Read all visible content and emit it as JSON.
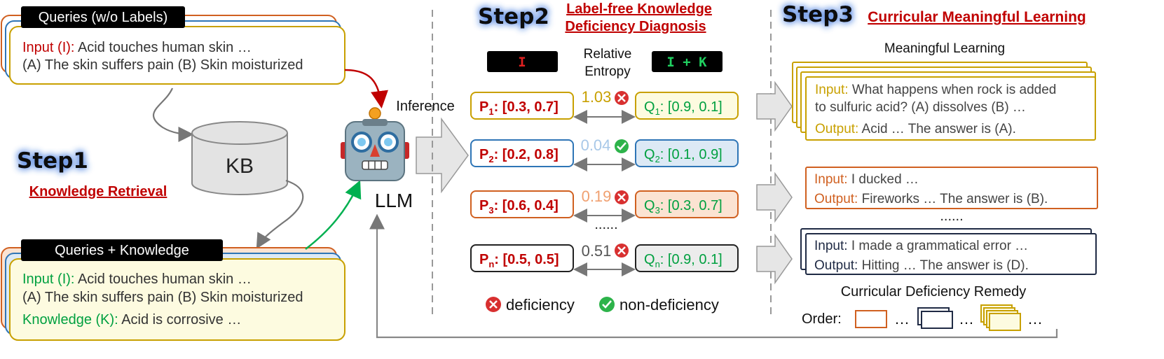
{
  "step1": {
    "queries_header": "Queries (w/o Labels)",
    "queries_input_label": "Input (I):",
    "queries_input_text": " Acid touches human skin …",
    "queries_options": "(A) The skin suffers pain (B) Skin moisturized",
    "kb_label": "KB",
    "step_title": "Step1",
    "step_subtitle": "Knowledge Retrieval",
    "qk_header": "Queries + Knowledge",
    "qk_input_label": "Input (I):",
    "qk_input_text": " Acid touches human skin …",
    "qk_options": "(A) The skin suffers pain (B) Skin moisturized",
    "qk_knowledge_label": "Knowledge (K):",
    "qk_knowledge_text": " Acid is corrosive …"
  },
  "llm": {
    "label": "LLM",
    "inference_label": "Inference"
  },
  "step2": {
    "step_title": "Step2",
    "subtitle_line1": "Label-free Knowledge",
    "subtitle_line2": "Deficiency Diagnosis",
    "header_i": "I",
    "header_relative_line1": "Relative",
    "header_relative_line2": "Entropy",
    "header_ik": "I + K",
    "rows": [
      {
        "p_sym": "P",
        "p_sub": "1",
        "p_val": ": [0.3, 0.7]",
        "q_sym": "Q",
        "q_sub": "1",
        "q_val": ": [0.9, 0.1]",
        "entropy": "1.03",
        "status": "deficiency"
      },
      {
        "p_sym": "P",
        "p_sub": "2",
        "p_val": ": [0.2, 0.8]",
        "q_sym": "Q",
        "q_sub": "2",
        "q_val": ": [0.1, 0.9]",
        "entropy": "0.04",
        "status": "non-deficiency"
      },
      {
        "p_sym": "P",
        "p_sub": "3",
        "p_val": ": [0.6, 0.4]",
        "q_sym": "Q",
        "q_sub": "3",
        "q_val": ": [0.3, 0.7]",
        "entropy": "0.19",
        "status": "deficiency"
      },
      {
        "p_sym": "P",
        "p_sub": "n",
        "p_val": ": [0.5, 0.5]",
        "q_sym": "Q",
        "q_sub": "n",
        "q_val": ": [0.9, 0.1]",
        "entropy": "0.51",
        "status": "deficiency"
      }
    ],
    "ellipsis": "......",
    "legend_deficiency": "deficiency",
    "legend_non_deficiency": "non-deficiency"
  },
  "step3": {
    "step_title": "Step3",
    "subtitle": "Curricular Meaningful Learning",
    "meaningful_learning": "Meaningful Learning",
    "examples": [
      {
        "input_label": "Input:",
        "input_text": " What happens when rock is added",
        "input_text2": "to sulfuric acid? (A) dissolves (B) …",
        "output_label": "Output:",
        "output_text": " Acid … The answer is (A)."
      },
      {
        "input_label": "Input:",
        "input_text": "  I ducked …",
        "output_label": "Output:",
        "output_text": " Fireworks … The answer is (B)."
      },
      {
        "input_label": "Input:",
        "input_text": "  I made a grammatical error …",
        "output_label": "Output:",
        "output_text": " Hitting … The answer is (D)."
      }
    ],
    "ellipsis": "......",
    "remedy_title": "Curricular Deficiency Remedy",
    "order_label": "Order:",
    "order_dots": "…"
  },
  "colors": {
    "red": "#c00000",
    "green": "#00a040",
    "yellow_border": "#c8a000",
    "orange_border": "#d06020",
    "blue_border": "#2e75b6",
    "dark_border": "#1f2a44",
    "yellow_fill": "#fdfbe0",
    "blue_fill": "#dce9f5",
    "orange_fill": "#fbe3d2",
    "gray_fill": "#ececec",
    "step_blue_glow": "#4a7fe0"
  }
}
